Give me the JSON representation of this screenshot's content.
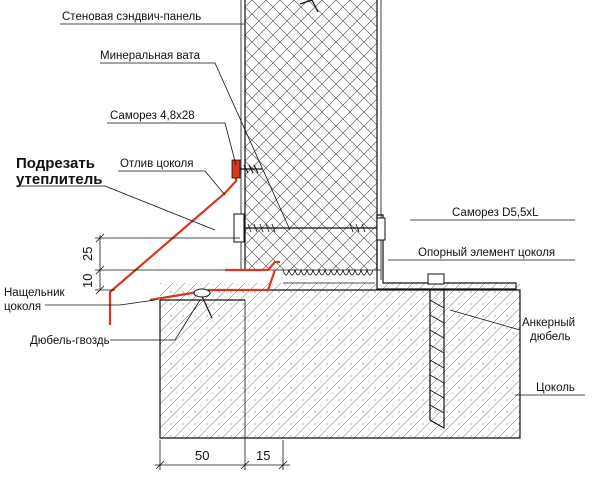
{
  "labels": {
    "sandwich_panel": "Стеновая сэндвич-панель",
    "mineral_wool": "Минеральная вата",
    "screw_small": "Саморез 4,8x28",
    "cut_insulation_1": "Подрезать",
    "cut_insulation_2": "утеплитель",
    "drip_flashing": "Отлив цоколя",
    "screw_large": "Саморез D5,5xL",
    "support_element": "Опорный элемент цоколя",
    "cover_strip_1": "Нащельник",
    "cover_strip_2": "цоколя",
    "nail_dowel": "Дюбель-гвоздь",
    "anchor_dowel_1": "Анкерный",
    "anchor_dowel_2": "дюбель",
    "plinth": "Цоколь"
  },
  "dimensions": {
    "vertical_upper": "25",
    "vertical_lower": "10",
    "horizontal_left": "50",
    "horizontal_right": "15"
  },
  "colors": {
    "flashing": "#d9381e",
    "line": "#111111"
  }
}
